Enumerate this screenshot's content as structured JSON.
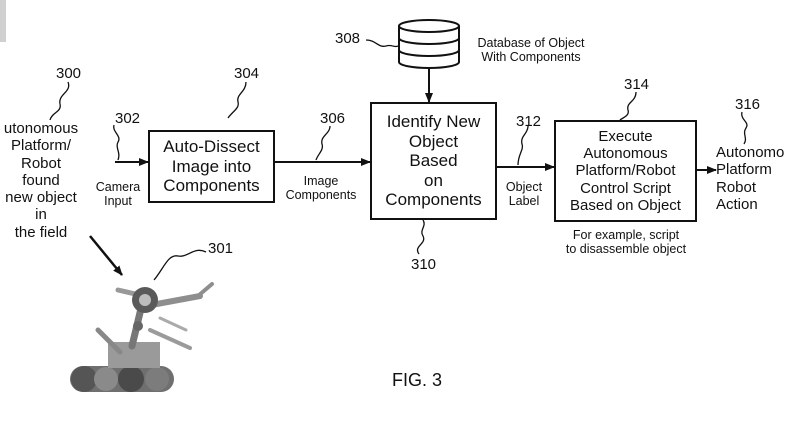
{
  "figure": {
    "caption": "FIG. 3",
    "refs": {
      "r300": "300",
      "r301": "301",
      "r302": "302",
      "r304": "304",
      "r306": "306",
      "r308": "308",
      "r310": "310",
      "r312": "312",
      "r314": "314",
      "r316": "316"
    },
    "start_text": "utonomous\nPlatform/\nRobot\nfound\nnew object\nin\nthe field",
    "edge_labels": {
      "camera_input": "Camera\nInput",
      "image_components": "Image\nComponents",
      "object_label": "Object\nLabel"
    },
    "nodes": {
      "auto_dissect": "Auto-Dissect\nImage into\nComponents",
      "identify": "Identify New\nObject\nBased\non\nComponents",
      "execute": "Execute\nAutonomous\nPlatform/Robot\nControl Script\nBased on Object",
      "action": "Autonomo\nPlatform\nRobot\nAction"
    },
    "database_label": "Database of Object\nWith Components",
    "example_note": "For example, script\nto disassemble object"
  }
}
